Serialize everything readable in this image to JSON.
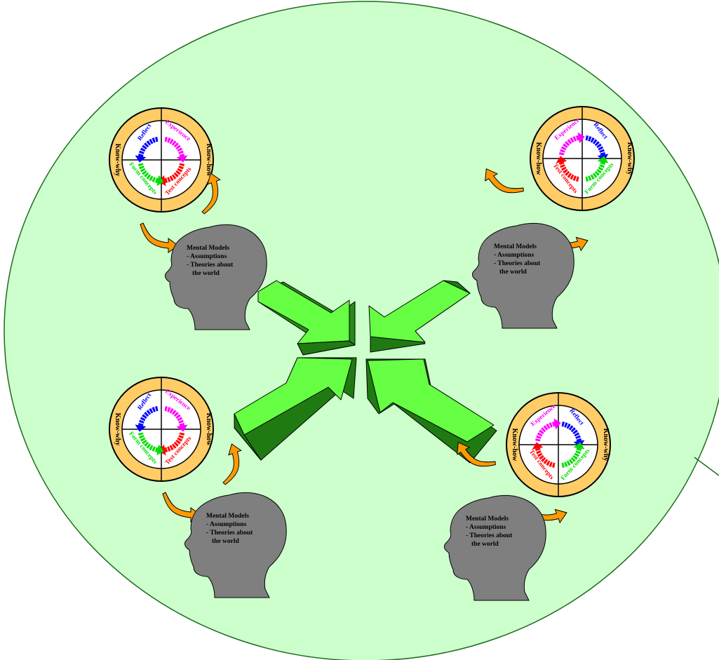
{
  "colors": {
    "background_circle": "#ccffcc",
    "background_outline": "#1f6a1f",
    "ring": "#ffcc66",
    "head": "#7f7f7f",
    "arrow_light": "#66ff44",
    "arrow_dark": "#1f7a12",
    "curved_arrow": "#ff9900",
    "experience": "#ff00ff",
    "reflect": "#0000ff",
    "form_concepts": "#00dd00",
    "test_concepts": "#ff0000"
  },
  "learners": [
    {
      "id": "top-left",
      "mirrored": false,
      "ring_labels": {
        "left": "Know-why",
        "right": "Know-how"
      },
      "cycle_labels": {
        "experience": "Experience",
        "reflect": "Reflect",
        "form": "Form concepts",
        "test": "Test concepts"
      },
      "head_lines": [
        "Mental Models",
        "- Assumptions",
        "- Theories about",
        "  the world"
      ]
    },
    {
      "id": "top-right",
      "mirrored": true,
      "ring_labels": {
        "left": "Know-how",
        "right": "Know-why"
      },
      "cycle_labels": {
        "experience": "Experience",
        "reflect": "Reflect",
        "form": "Form concepts",
        "test": "Test concepts"
      },
      "head_lines": [
        "Mental Models",
        "- Assumptions",
        "- Theories about",
        "  the world"
      ]
    },
    {
      "id": "bottom-left",
      "mirrored": false,
      "ring_labels": {
        "left": "Know-why",
        "right": "Know-how"
      },
      "cycle_labels": {
        "experience": "Experience",
        "reflect": "Reflect",
        "form": "Form concepts",
        "test": "Test concepts"
      },
      "head_lines": [
        "Mental Models",
        "- Assumptions",
        "- Theories about",
        "  the world"
      ]
    },
    {
      "id": "bottom-right",
      "mirrored": true,
      "ring_labels": {
        "left": "Know-how",
        "right": "Know-why"
      },
      "cycle_labels": {
        "experience": "Experience",
        "reflect": "Reflect",
        "form": "Form concepts",
        "test": "Test concepts"
      },
      "head_lines": [
        "Mental Models",
        "- Assumptions",
        "- Theories about",
        "  the world"
      ]
    }
  ]
}
